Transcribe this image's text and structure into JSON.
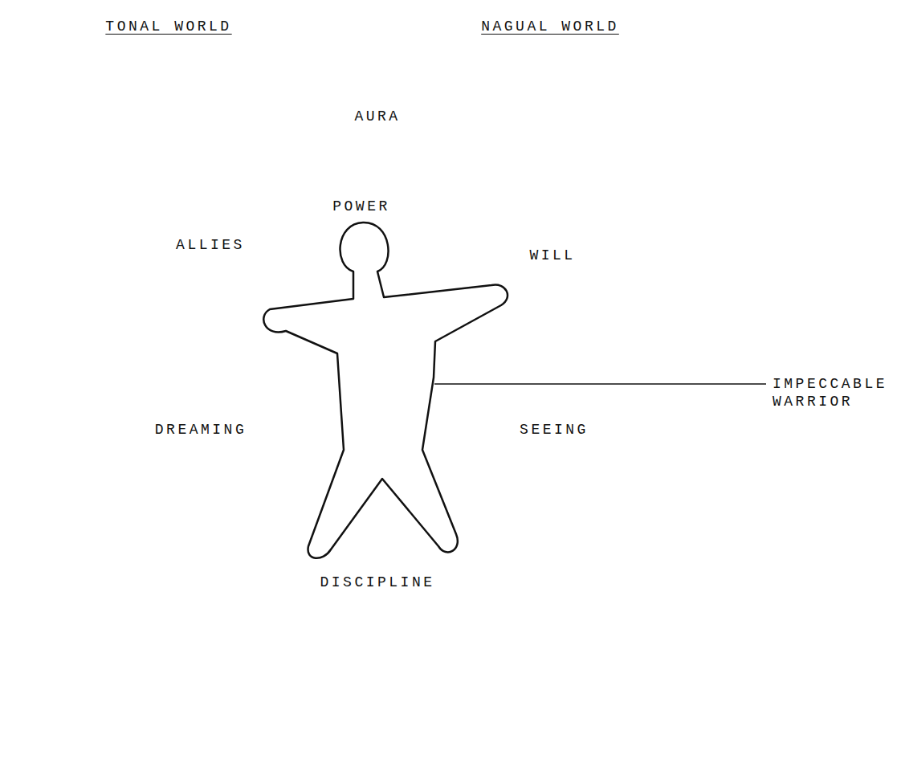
{
  "diagram": {
    "nodes": [
      {
        "text": [
          "AURA"
        ]
      },
      {
        "text": [
          "POWER"
        ],
        "in": 0
      },
      {
        "text": [
          "ALLIES"
        ],
        "in": 0
      },
      {
        "text": [
          "WILL"
        ],
        "in": 0
      },
      {
        "text": [
          "DREAMING"
        ],
        "in": 0
      },
      {
        "text": [
          "SEEING"
        ],
        "in": 0
      },
      {
        "text": [
          "DISCIPLINE"
        ],
        "in": 0
      }
    ],
    "labels": [
      "TONAL WORLD",
      "NAGUAL WORLD",
      "IMPECCABLE WARRIOR"
    ]
  }
}
